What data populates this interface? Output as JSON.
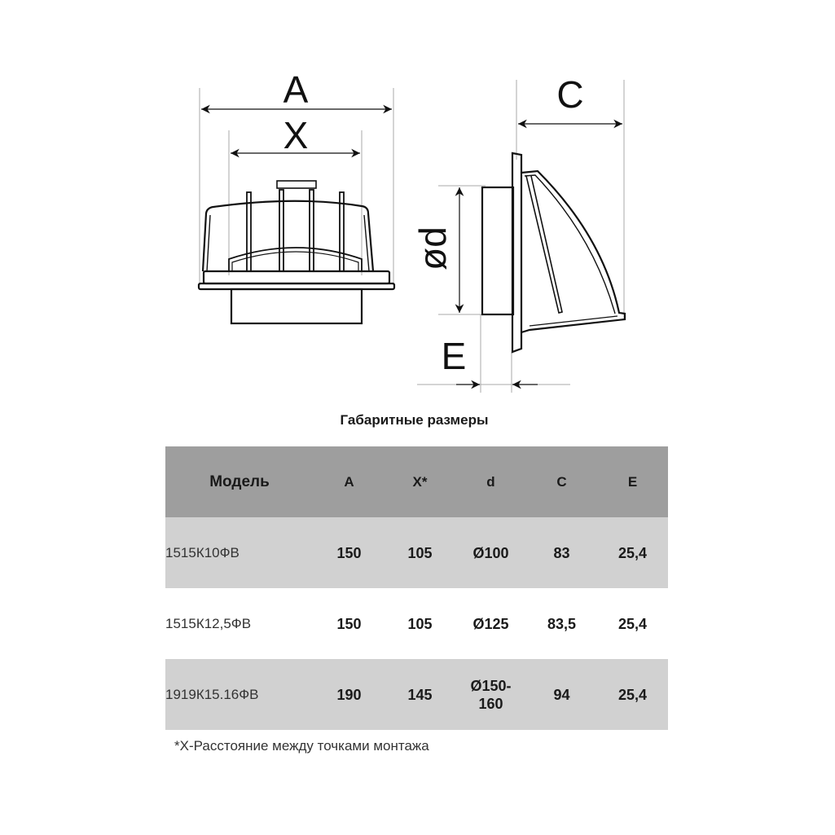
{
  "drawing": {
    "labels": {
      "a": "A",
      "x": "X",
      "c": "C",
      "d": "ød",
      "e": "E"
    }
  },
  "title": "Габаритные размеры",
  "table": {
    "headers": [
      "Модель",
      "A",
      "X*",
      "d",
      "C",
      "E"
    ],
    "rows": [
      [
        "1515К10ФВ",
        "150",
        "105",
        "Ø100",
        "83",
        "25,4"
      ],
      [
        "1515К12,5ФВ",
        "150",
        "105",
        "Ø125",
        "83,5",
        "25,4"
      ],
      [
        "1919К15.16ФВ",
        "190",
        "145",
        "Ø150-160",
        "94",
        "25,4"
      ]
    ]
  },
  "footnote": "*X-Расстояние между точками монтажа"
}
